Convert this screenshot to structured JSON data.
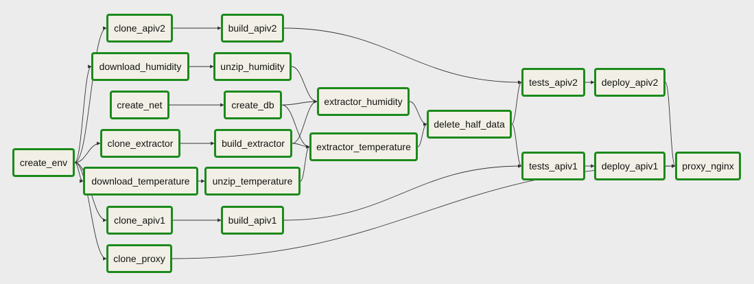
{
  "graph": {
    "node_border_color": "#1b8a1b",
    "node_fill_color": "#f2f0e6",
    "edge_color": "#333333",
    "background_color": "#ececec",
    "nodes": [
      {
        "id": "create_env",
        "label": "create_env"
      },
      {
        "id": "clone_apiv2",
        "label": "clone_apiv2"
      },
      {
        "id": "download_humidity",
        "label": "download_humidity"
      },
      {
        "id": "create_net",
        "label": "create_net"
      },
      {
        "id": "clone_extractor",
        "label": "clone_extractor"
      },
      {
        "id": "download_temperature",
        "label": "download_temperature"
      },
      {
        "id": "clone_apiv1",
        "label": "clone_apiv1"
      },
      {
        "id": "clone_proxy",
        "label": "clone_proxy"
      },
      {
        "id": "build_apiv2",
        "label": "build_apiv2"
      },
      {
        "id": "unzip_humidity",
        "label": "unzip_humidity"
      },
      {
        "id": "create_db",
        "label": "create_db"
      },
      {
        "id": "build_extractor",
        "label": "build_extractor"
      },
      {
        "id": "unzip_temperature",
        "label": "unzip_temperature"
      },
      {
        "id": "build_apiv1",
        "label": "build_apiv1"
      },
      {
        "id": "extractor_humidity",
        "label": "extractor_humidity"
      },
      {
        "id": "extractor_temperature",
        "label": "extractor_temperature"
      },
      {
        "id": "delete_half_data",
        "label": "delete_half_data"
      },
      {
        "id": "tests_apiv2",
        "label": "tests_apiv2"
      },
      {
        "id": "tests_apiv1",
        "label": "tests_apiv1"
      },
      {
        "id": "deploy_apiv2",
        "label": "deploy_apiv2"
      },
      {
        "id": "deploy_apiv1",
        "label": "deploy_apiv1"
      },
      {
        "id": "proxy_nginx",
        "label": "proxy_nginx"
      }
    ],
    "edges": [
      {
        "from": "create_env",
        "to": "clone_apiv2"
      },
      {
        "from": "create_env",
        "to": "download_humidity"
      },
      {
        "from": "create_env",
        "to": "clone_extractor"
      },
      {
        "from": "create_env",
        "to": "download_temperature"
      },
      {
        "from": "create_env",
        "to": "clone_apiv1"
      },
      {
        "from": "create_env",
        "to": "clone_proxy"
      },
      {
        "from": "clone_apiv2",
        "to": "build_apiv2"
      },
      {
        "from": "download_humidity",
        "to": "unzip_humidity"
      },
      {
        "from": "create_net",
        "to": "create_db"
      },
      {
        "from": "clone_extractor",
        "to": "build_extractor"
      },
      {
        "from": "download_temperature",
        "to": "unzip_temperature"
      },
      {
        "from": "clone_apiv1",
        "to": "build_apiv1"
      },
      {
        "from": "unzip_humidity",
        "to": "extractor_humidity"
      },
      {
        "from": "create_db",
        "to": "extractor_humidity"
      },
      {
        "from": "create_db",
        "to": "extractor_temperature"
      },
      {
        "from": "build_extractor",
        "to": "extractor_humidity"
      },
      {
        "from": "build_extractor",
        "to": "extractor_temperature"
      },
      {
        "from": "unzip_temperature",
        "to": "extractor_temperature"
      },
      {
        "from": "extractor_humidity",
        "to": "delete_half_data"
      },
      {
        "from": "extractor_temperature",
        "to": "delete_half_data"
      },
      {
        "from": "build_apiv2",
        "to": "tests_apiv2"
      },
      {
        "from": "delete_half_data",
        "to": "tests_apiv2"
      },
      {
        "from": "delete_half_data",
        "to": "tests_apiv1"
      },
      {
        "from": "build_apiv1",
        "to": "tests_apiv1"
      },
      {
        "from": "tests_apiv2",
        "to": "deploy_apiv2"
      },
      {
        "from": "tests_apiv1",
        "to": "deploy_apiv1"
      },
      {
        "from": "deploy_apiv2",
        "to": "proxy_nginx"
      },
      {
        "from": "deploy_apiv1",
        "to": "proxy_nginx"
      },
      {
        "from": "clone_proxy",
        "to": "proxy_nginx"
      }
    ]
  }
}
